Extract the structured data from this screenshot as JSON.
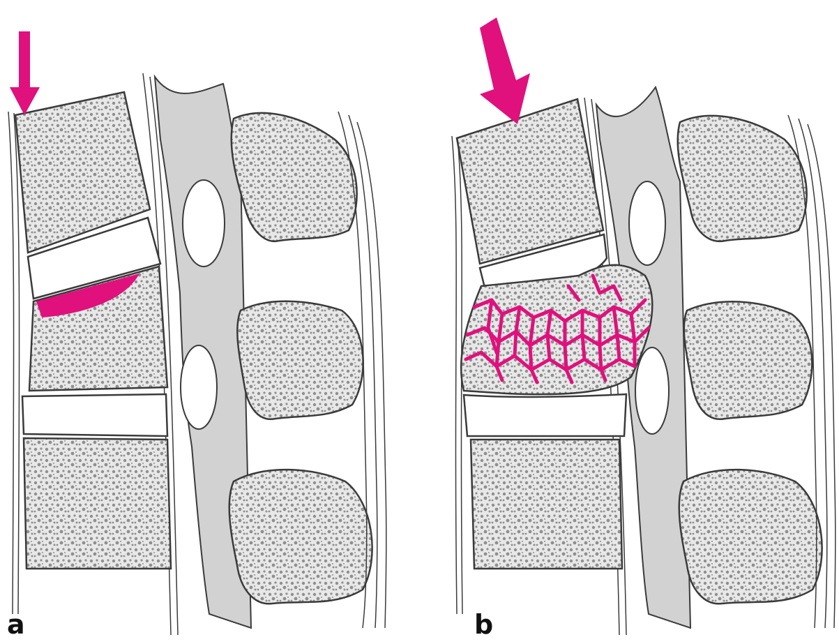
{
  "figure": {
    "panels": [
      {
        "id": "a",
        "label": "a"
      },
      {
        "id": "b",
        "label": "b"
      }
    ]
  },
  "colors": {
    "bone": "#e6e6e6",
    "bone_dark": "#d2d2d2",
    "trabecular_dots": "#8f8f8f",
    "outline": "#3a3a3a",
    "disc": "#ffffff",
    "highlight_magenta": "#e0107d",
    "background": "#ffffff"
  },
  "icons": {
    "arrow": "down-arrow-icon"
  }
}
